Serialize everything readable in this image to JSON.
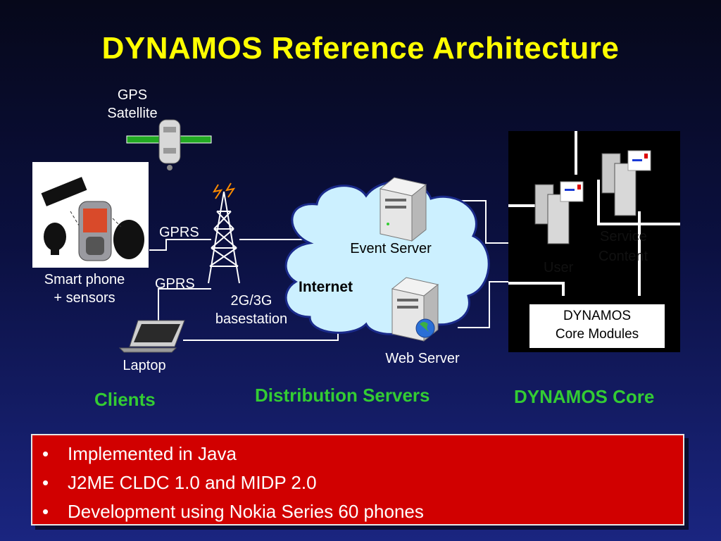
{
  "slide": {
    "title": "DYNAMOS Reference Architecture"
  },
  "diagram": {
    "gps_line1": "GPS",
    "gps_line2": "Satellite",
    "gprs_top": "GPRS",
    "gprs_bottom": "GPRS",
    "smartphone_line1": "Smart phone",
    "smartphone_line2": "+ sensors",
    "basestation_line1": "2G/3G",
    "basestation_line2": "basestation",
    "laptop": "Laptop",
    "event_server": "Event Server",
    "internet": "Internet",
    "web_server": "Web Server",
    "core_hidden_1": "User",
    "core_hidden_2": "Service",
    "core_hidden_3": "Content",
    "core_caption_line1": "DYNAMOS",
    "core_caption_line2": "Core Modules",
    "section_clients": "Clients",
    "section_distribution": "Distribution Servers",
    "section_core": "DYNAMOS Core"
  },
  "bullets": [
    "Implemented in Java",
    "J2ME CLDC 1.0 and MIDP 2.0",
    "Development using Nokia Series 60 phones"
  ],
  "colors": {
    "title": "#ffff00",
    "section": "#33cc33",
    "bullet_box": "#d10000",
    "cloud": "#ccf0ff"
  }
}
